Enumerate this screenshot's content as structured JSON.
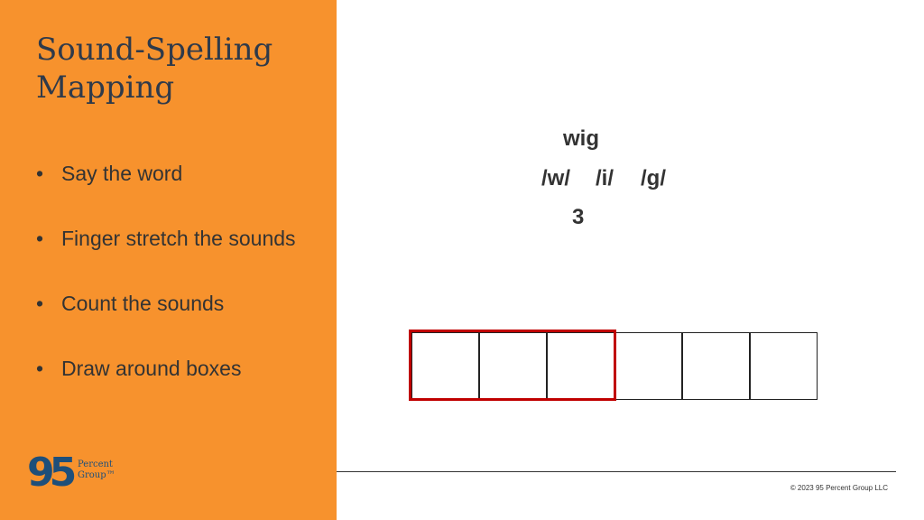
{
  "slide": {
    "title": "Sound-Spelling Mapping",
    "bullets": [
      "Say the word",
      "Finger stretch the sounds",
      "Count the sounds",
      "Draw around boxes"
    ]
  },
  "word": "wig",
  "sounds": [
    "/w/",
    "/i/",
    "/g/"
  ],
  "sound_count": "3",
  "boxes": {
    "total": 6,
    "highlighted": 3
  },
  "logo": {
    "digits": "95",
    "line1": "Percent",
    "line2": "Group™"
  },
  "footer": {
    "copyright": "© 2023 95 Percent Group LLC"
  },
  "colors": {
    "panel": "#f7922d",
    "highlight": "#c00000",
    "logo": "#1e4f7a"
  }
}
